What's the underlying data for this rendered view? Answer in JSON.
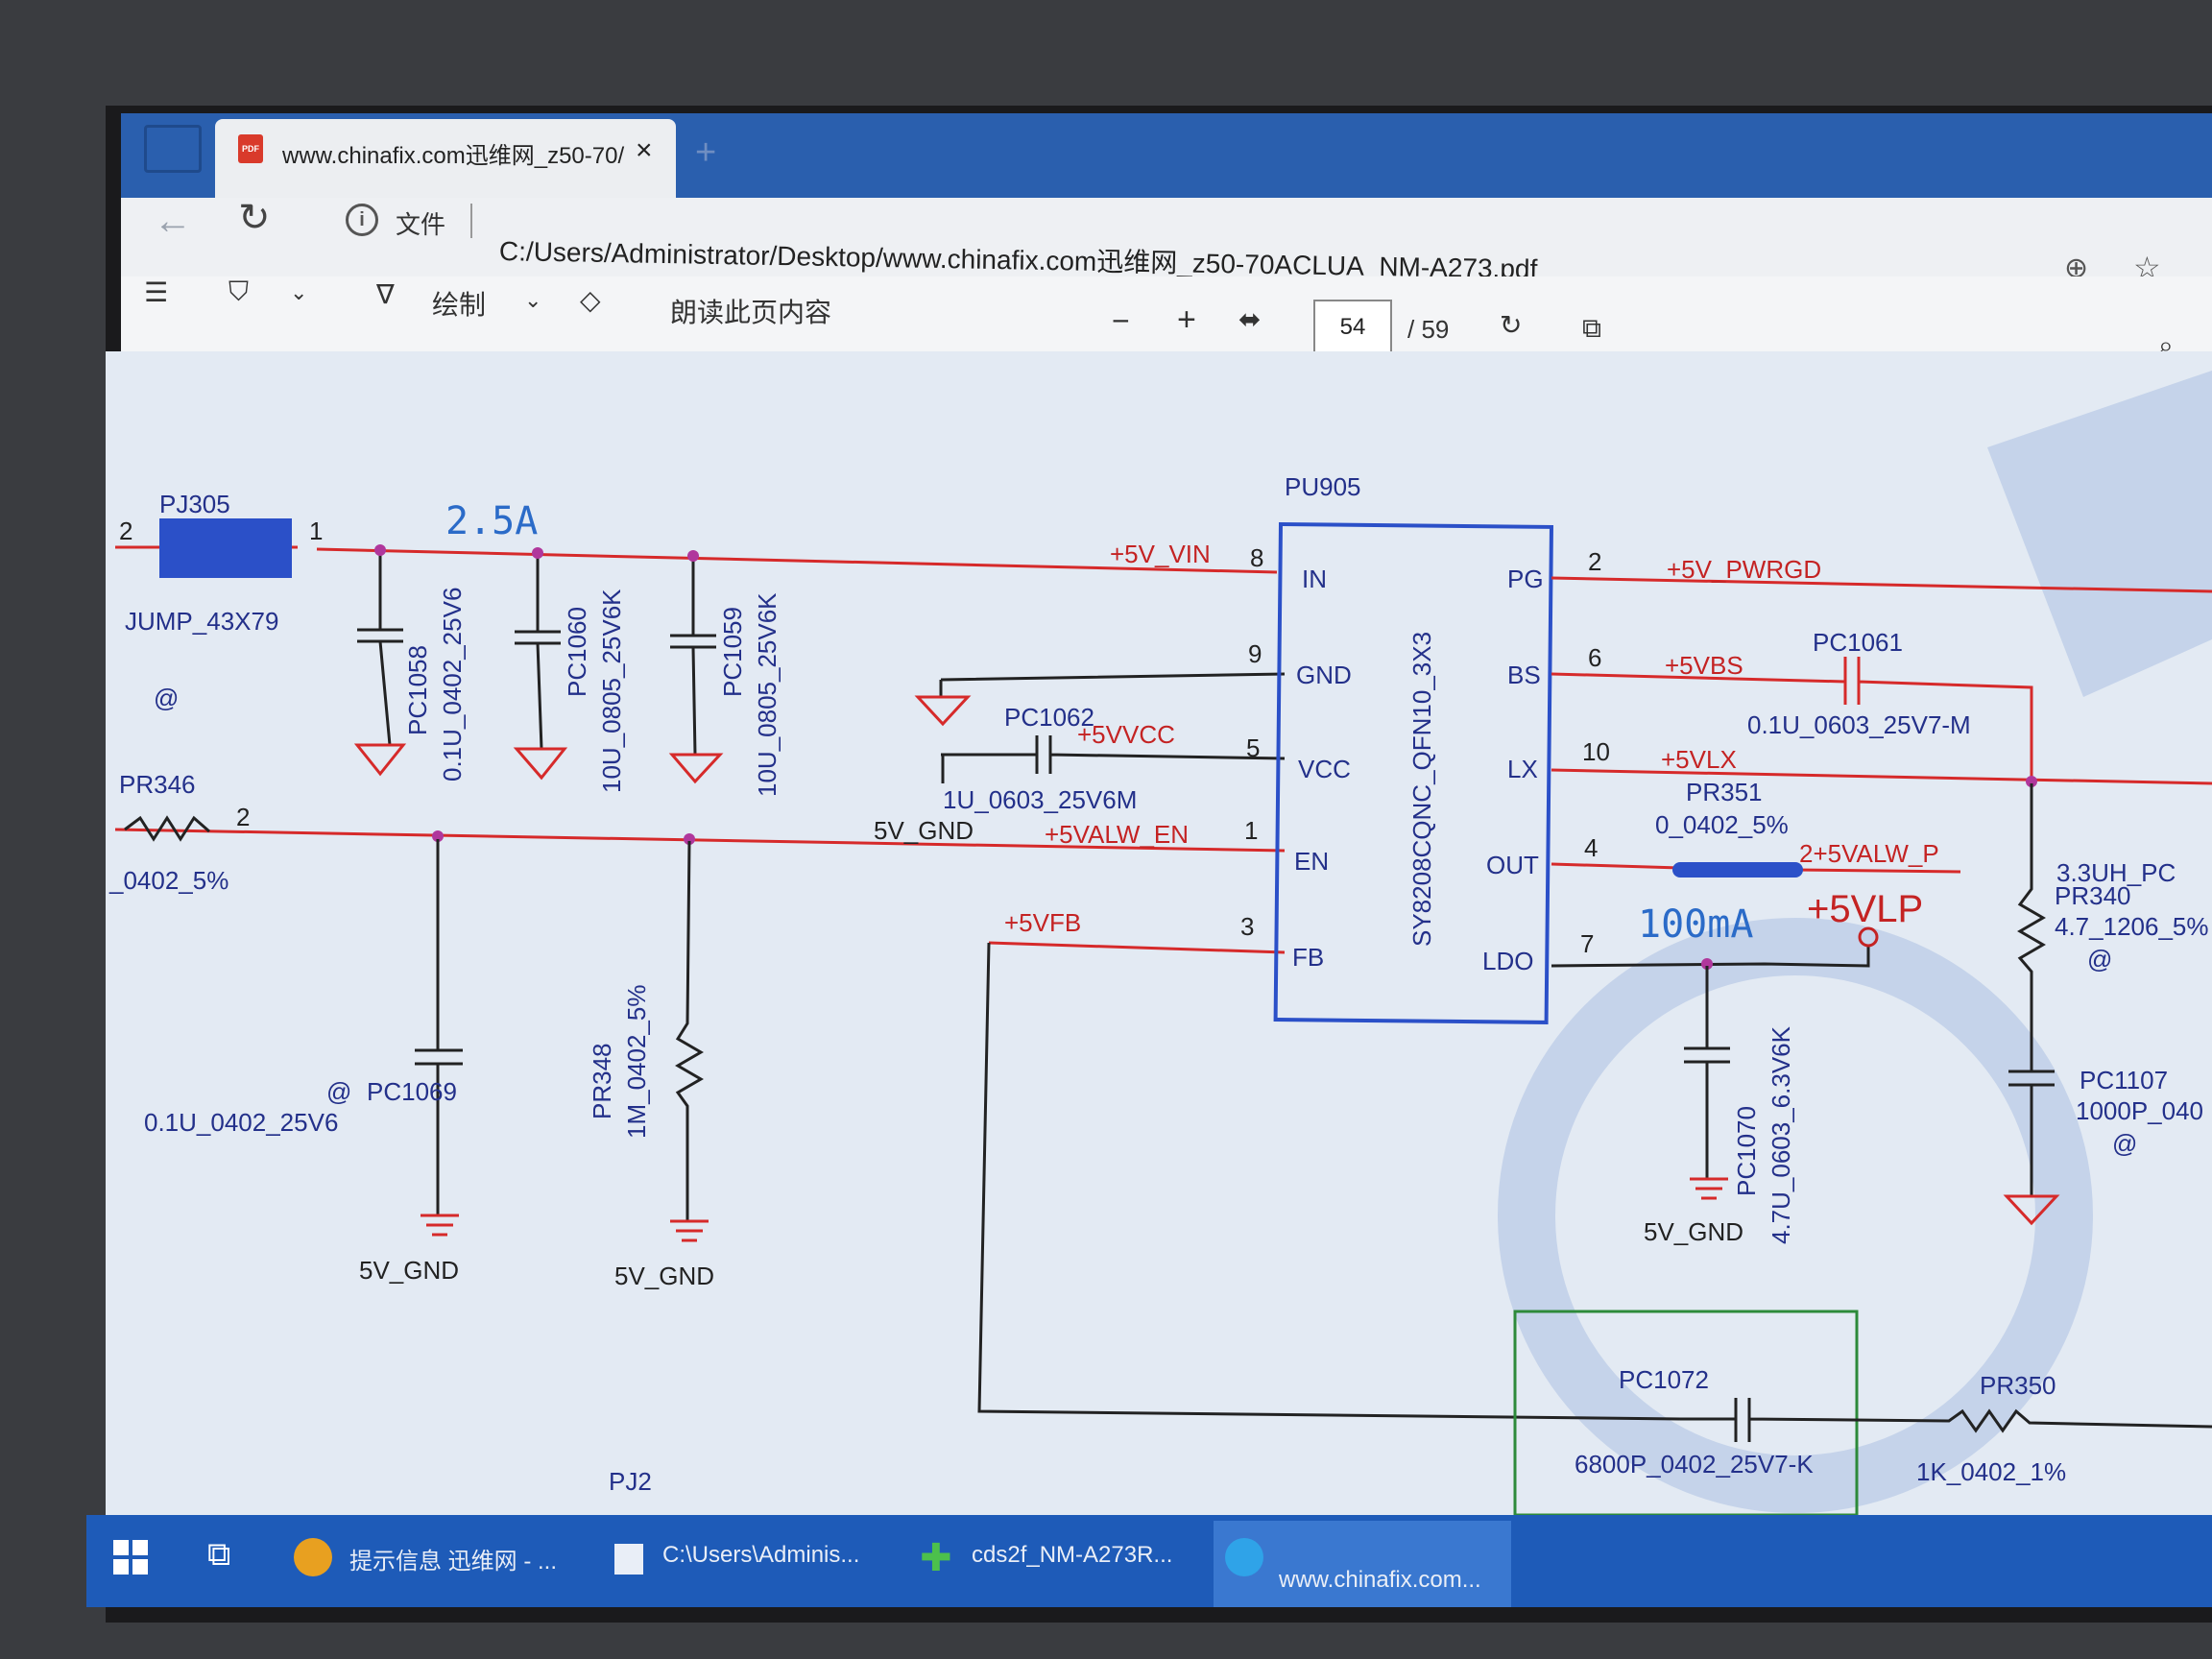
{
  "browser": {
    "tab_title": "www.chinafix.com迅维网_z50-70/",
    "tab_close": "×",
    "new_tab": "+",
    "address_prefix": "文件",
    "address_url": "C:/Users/Administrator/Desktop/www.chinafix.com迅维网_z50-70ACLUA_NM-A273.pdf"
  },
  "toolbar": {
    "draw_label": "绘制",
    "read_aloud_label": "朗读此页内容",
    "zoom_out": "−",
    "zoom_in": "+",
    "page_current": "54",
    "page_total": "/ 59"
  },
  "schematic": {
    "ic_ref": "PU905",
    "ic_part": "SY8208CQNC_QFN10_3X3",
    "pins_left": [
      {
        "num": "8",
        "name": "IN",
        "net": "+5V_VIN"
      },
      {
        "num": "9",
        "name": "GND",
        "net": ""
      },
      {
        "num": "5",
        "name": "VCC",
        "net": "+5VVCC"
      },
      {
        "num": "1",
        "name": "EN",
        "net": "+5VALW_EN"
      },
      {
        "num": "3",
        "name": "FB",
        "net": "+5VFB"
      }
    ],
    "pins_right": [
      {
        "num": "2",
        "name": "PG",
        "net": "+5V_PWRGD"
      },
      {
        "num": "6",
        "name": "BS",
        "net": "+5VBS"
      },
      {
        "num": "10",
        "name": "LX",
        "net": "+5VLX"
      },
      {
        "num": "4",
        "name": "OUT",
        "net": ""
      },
      {
        "num": "7",
        "name": "LDO",
        "net": ""
      }
    ],
    "current_in": "2.5A",
    "current_ldo": "100mA",
    "net_5valw_p": "2+5VALW_P",
    "net_5vlp": "+5VLP",
    "gnd_label": "5V_GND",
    "pj305": {
      "ref": "PJ305",
      "part": "JUMP_43X79",
      "at": "@",
      "pin1": "1",
      "pin2": "2"
    },
    "pr346": {
      "ref": "PR346",
      "value": "_0402_5%",
      "pin": "2"
    },
    "pc1058": {
      "ref": "PC1058",
      "value": "0.1U_0402_25V6"
    },
    "pc1060": {
      "ref": "PC1060",
      "value": "10U_0805_25V6K"
    },
    "pc1059": {
      "ref": "PC1059",
      "value": "10U_0805_25V6K"
    },
    "pc1062": {
      "ref": "PC1062",
      "value": "1U_0603_25V6M"
    },
    "pc1069": {
      "ref": "PC1069",
      "value": "0.1U_0402_25V6",
      "at": "@"
    },
    "pr348": {
      "ref": "PR348",
      "value": "1M_0402_5%"
    },
    "pc1061": {
      "ref": "PC1061",
      "value": "0.1U_0603_25V7-M"
    },
    "pr351": {
      "ref": "PR351",
      "value": "0_0402_5%"
    },
    "pr340": {
      "ref": "PR340",
      "value": "4.7_1206_5%",
      "at": "@"
    },
    "pc1107": {
      "ref": "PC1107",
      "value": "1000P_040",
      "at": "@"
    },
    "pc1070": {
      "ref": "PC1070",
      "value": "4.7U_0603_6.3V6K"
    },
    "pc1072": {
      "ref": "PC1072",
      "value": "6800P_0402_25V7-K"
    },
    "pr350": {
      "ref": "PR350",
      "value": "1K_0402_1%"
    },
    "inductor": "3.3UH_PC",
    "pj2": "PJ2"
  },
  "taskbar": {
    "items": [
      {
        "label": "提示信息 迅维网 - ..."
      },
      {
        "label": "C:\\Users\\Adminis..."
      },
      {
        "label": "cds2f_NM-A273R..."
      },
      {
        "label": "www.chinafix.com..."
      }
    ]
  }
}
